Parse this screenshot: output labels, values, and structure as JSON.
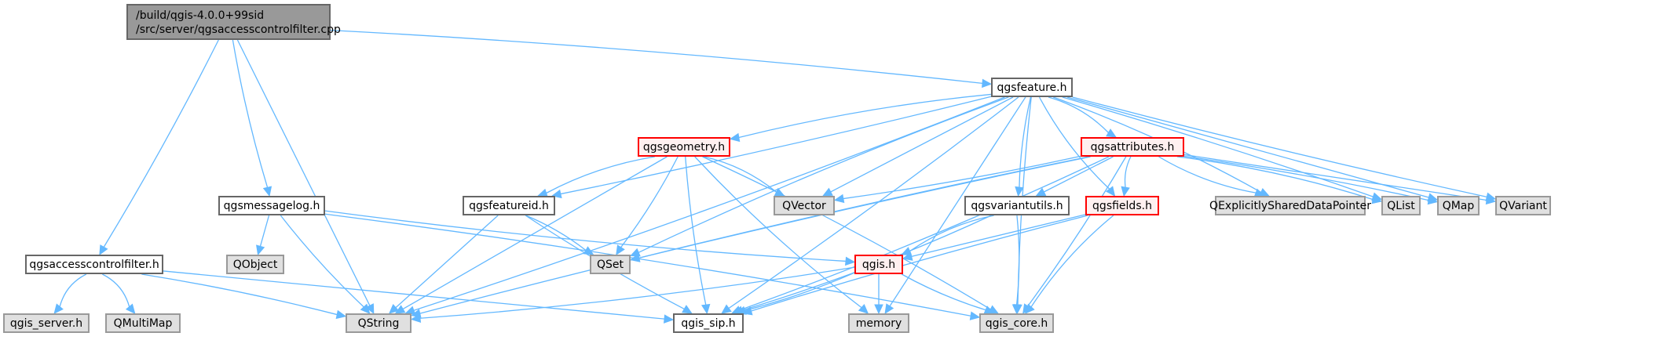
{
  "title": "Include dependency graph for qgsaccesscontrolfilter.cpp",
  "colors": {
    "edge": "#63b8ff",
    "root_fill": "#999999",
    "normal_fill": "#ffffff",
    "external_fill": "#e0e0e0",
    "truncated_border": "#ff0000",
    "truncated_fill": "#fff0f0"
  },
  "nodes": [
    {
      "id": "root",
      "kind": "root",
      "lines": [
        "/build/qgis-4.0.0+99sid",
        "/src/server/qgsaccesscontrolfilter.cpp"
      ]
    },
    {
      "id": "qgsfeature",
      "kind": "normal",
      "label": "qgsfeature.h"
    },
    {
      "id": "qgsgeometry",
      "kind": "truncated",
      "label": "qgsgeometry.h"
    },
    {
      "id": "qgsattributes",
      "kind": "truncated",
      "label": "qgsattributes.h"
    },
    {
      "id": "qgsmessagelog",
      "kind": "normal",
      "label": "qgsmessagelog.h"
    },
    {
      "id": "qgsfeatureid",
      "kind": "normal",
      "label": "qgsfeatureid.h"
    },
    {
      "id": "QVector",
      "kind": "external",
      "label": "QVector"
    },
    {
      "id": "qgsvariantutils",
      "kind": "normal",
      "label": "qgsvariantutils.h"
    },
    {
      "id": "qgsfields",
      "kind": "truncated",
      "label": "qgsfields.h"
    },
    {
      "id": "QExplicitlySharedDataPointer",
      "kind": "external",
      "label": "QExplicitlySharedDataPointer"
    },
    {
      "id": "QList",
      "kind": "external",
      "label": "QList"
    },
    {
      "id": "QMap",
      "kind": "external",
      "label": "QMap"
    },
    {
      "id": "QVariant",
      "kind": "external",
      "label": "QVariant"
    },
    {
      "id": "qgsaccesscontrolfilter_h",
      "kind": "normal",
      "label": "qgsaccesscontrolfilter.h"
    },
    {
      "id": "QObject",
      "kind": "external",
      "label": "QObject"
    },
    {
      "id": "QSet",
      "kind": "external",
      "label": "QSet"
    },
    {
      "id": "qgis",
      "kind": "truncated",
      "label": "qgis.h"
    },
    {
      "id": "qgis_server",
      "kind": "external",
      "label": "qgis_server.h"
    },
    {
      "id": "QMultiMap",
      "kind": "external",
      "label": "QMultiMap"
    },
    {
      "id": "QString",
      "kind": "external",
      "label": "QString"
    },
    {
      "id": "qgis_sip",
      "kind": "normal",
      "label": "qgis_sip.h"
    },
    {
      "id": "memory",
      "kind": "external",
      "label": "memory"
    },
    {
      "id": "qgis_core",
      "kind": "external",
      "label": "qgis_core.h"
    }
  ],
  "edges": [
    [
      "root",
      "qgsfeature"
    ],
    [
      "root",
      "qgsaccesscontrolfilter_h"
    ],
    [
      "root",
      "QString"
    ],
    [
      "root",
      "qgsmessagelog"
    ],
    [
      "qgsfeature",
      "qgsgeometry"
    ],
    [
      "qgsfeature",
      "qgsattributes"
    ],
    [
      "qgsfeature",
      "qgsfeatureid"
    ],
    [
      "qgsfeature",
      "QVector"
    ],
    [
      "qgsfeature",
      "qgsvariantutils"
    ],
    [
      "qgsfeature",
      "qgsfields"
    ],
    [
      "qgsfeature",
      "QExplicitlySharedDataPointer"
    ],
    [
      "qgsfeature",
      "QList"
    ],
    [
      "qgsfeature",
      "QMap"
    ],
    [
      "qgsfeature",
      "QVariant"
    ],
    [
      "qgsfeature",
      "QSet"
    ],
    [
      "qgsfeature",
      "QString"
    ],
    [
      "qgsfeature",
      "qgis_sip"
    ],
    [
      "qgsfeature",
      "memory"
    ],
    [
      "qgsfeature",
      "qgis_core"
    ],
    [
      "qgsgeometry",
      "qgsfeatureid"
    ],
    [
      "qgsgeometry",
      "QVector"
    ],
    [
      "qgsgeometry",
      "QSet"
    ],
    [
      "qgsgeometry",
      "QString"
    ],
    [
      "qgsgeometry",
      "qgis_sip"
    ],
    [
      "qgsgeometry",
      "memory"
    ],
    [
      "qgsgeometry",
      "qgis_core"
    ],
    [
      "qgsattributes",
      "QVector"
    ],
    [
      "qgsattributes",
      "qgsvariantutils"
    ],
    [
      "qgsattributes",
      "qgsfields"
    ],
    [
      "qgsattributes",
      "QExplicitlySharedDataPointer"
    ],
    [
      "qgsattributes",
      "QList"
    ],
    [
      "qgsattributes",
      "QMap"
    ],
    [
      "qgsattributes",
      "QVariant"
    ],
    [
      "qgsattributes",
      "QSet"
    ],
    [
      "qgsattributes",
      "QString"
    ],
    [
      "qgsattributes",
      "qgis_sip"
    ],
    [
      "qgsattributes",
      "qgis_core"
    ],
    [
      "qgsmessagelog",
      "QObject"
    ],
    [
      "qgsmessagelog",
      "QString"
    ],
    [
      "qgsmessagelog",
      "qgis"
    ],
    [
      "qgsmessagelog",
      "qgis_core"
    ],
    [
      "qgsfeatureid",
      "QSet"
    ],
    [
      "qgsfeatureid",
      "QString"
    ],
    [
      "qgsfeatureid",
      "qgis_sip"
    ],
    [
      "qgsvariantutils",
      "qgis"
    ],
    [
      "qgsvariantutils",
      "qgis_sip"
    ],
    [
      "qgsvariantutils",
      "qgis_core"
    ],
    [
      "qgsfields",
      "qgis"
    ],
    [
      "qgsfields",
      "qgis_sip"
    ],
    [
      "qgsfields",
      "qgis_core"
    ],
    [
      "qgis",
      "QString"
    ],
    [
      "qgis",
      "qgis_sip"
    ],
    [
      "qgis",
      "memory"
    ],
    [
      "qgis",
      "qgis_core"
    ],
    [
      "qgsaccesscontrolfilter_h",
      "qgis_server"
    ],
    [
      "qgsaccesscontrolfilter_h",
      "QMultiMap"
    ],
    [
      "qgsaccesscontrolfilter_h",
      "QString"
    ],
    [
      "qgsaccesscontrolfilter_h",
      "qgis_sip"
    ]
  ]
}
